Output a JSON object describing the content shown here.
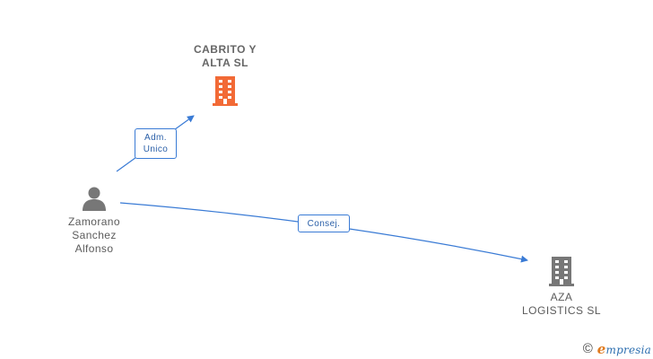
{
  "nodes": {
    "company_main": {
      "name_lines": [
        "CABRITO Y",
        "ALTA  SL"
      ],
      "icon": "building-icon",
      "color": "#f26a36"
    },
    "person": {
      "name_lines": [
        "Zamorano",
        "Sanchez",
        "Alfonso"
      ],
      "icon": "person-icon",
      "color": "#777777"
    },
    "company_other": {
      "name_lines": [
        "AZA",
        "LOGISTICS  SL"
      ],
      "icon": "building-icon",
      "color": "#777777"
    }
  },
  "edges": [
    {
      "from": "person",
      "to": "company_main",
      "label_lines": [
        "Adm.",
        "Unico"
      ]
    },
    {
      "from": "person",
      "to": "company_other",
      "label_lines": [
        "Consej."
      ]
    }
  ],
  "colors": {
    "edge": "#3a7bd5"
  },
  "footer": {
    "copyright_symbol": "©",
    "brand_initial": "e",
    "brand_rest": "mpresia"
  }
}
